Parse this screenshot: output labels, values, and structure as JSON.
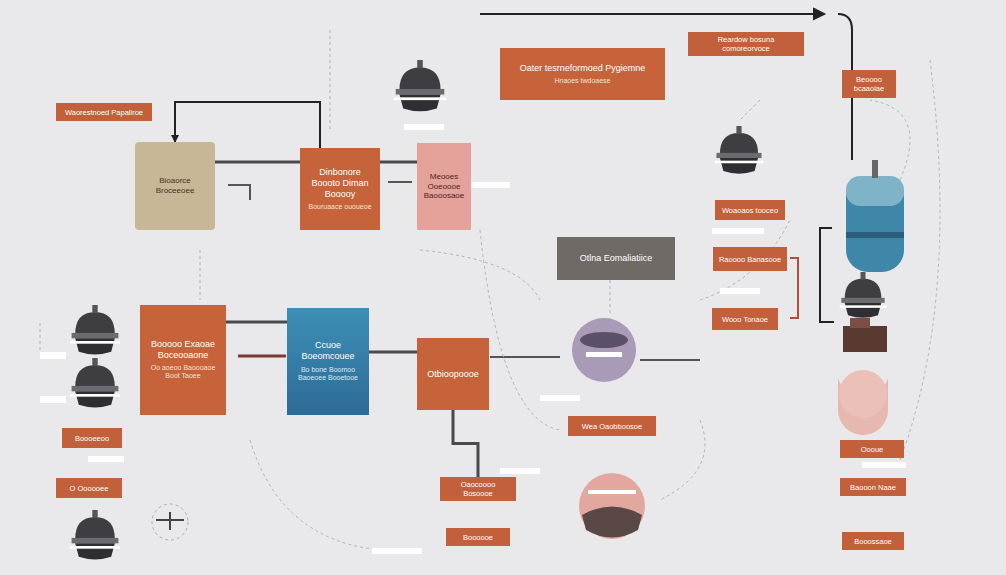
{
  "diagram": {
    "nodes": [
      {
        "text": [
          "Oater tesrneformoed Pygiemne",
          "Hnaoes twdoaese"
        ]
      },
      {
        "text": [
          "Reardow bosuna comoreorvoce"
        ]
      },
      {
        "text": [
          "Beoooo bcaaoiae"
        ]
      },
      {
        "text": [
          "Waorestnoed Papaliroe"
        ]
      },
      {
        "text": [
          "Bioaorce Broceeoee"
        ]
      },
      {
        "text": [
          "Dinbonore Boooto Diman Booooy",
          "Bouruaace ououeoe"
        ]
      },
      {
        "text": [
          "Meooes Ooeoooe Baooosaoe"
        ]
      },
      {
        "text": [
          "Otlna Eomaliatiice"
        ]
      },
      {
        "text": [
          "Woaoaos tooceo"
        ]
      },
      {
        "text": [
          "Raoooo Banasooe"
        ]
      },
      {
        "text": [
          "Booooo Exaoae Boceooaone",
          "Oo aoeoo Baoooaoe Boot Taoee"
        ]
      },
      {
        "text": [
          "Ccuoe Boeomcouee",
          "Bo bone Boomoo Baoeoee Booetooe"
        ]
      },
      {
        "text": [
          "Otbioopoooe"
        ]
      },
      {
        "text": [
          "Wooo Tonaoe"
        ]
      },
      {
        "text": [
          "Wea Oaobboosoe"
        ]
      },
      {
        "text": [
          "Boooeeoo"
        ]
      },
      {
        "text": [
          "O Oooooee"
        ]
      },
      {
        "text": [
          "Oaocoooo Bosoooe"
        ]
      },
      {
        "text": [
          "Boooooe"
        ]
      },
      {
        "text": [
          "Oooue"
        ]
      },
      {
        "text": [
          "Baooon Naae"
        ]
      },
      {
        "text": [
          "Booossaoe"
        ]
      }
    ],
    "edges": [
      {
        "from": 4,
        "to": 5,
        "arrow": "none"
      },
      {
        "from": 5,
        "to": 6,
        "arrow": "none"
      },
      {
        "from": 5,
        "to": 4,
        "arrow": "to"
      },
      {
        "from": 10,
        "to": 11,
        "arrow": "none"
      },
      {
        "from": 11,
        "to": 12,
        "arrow": "none"
      },
      {
        "from": 12,
        "to": 17,
        "arrow": "none"
      }
    ]
  }
}
